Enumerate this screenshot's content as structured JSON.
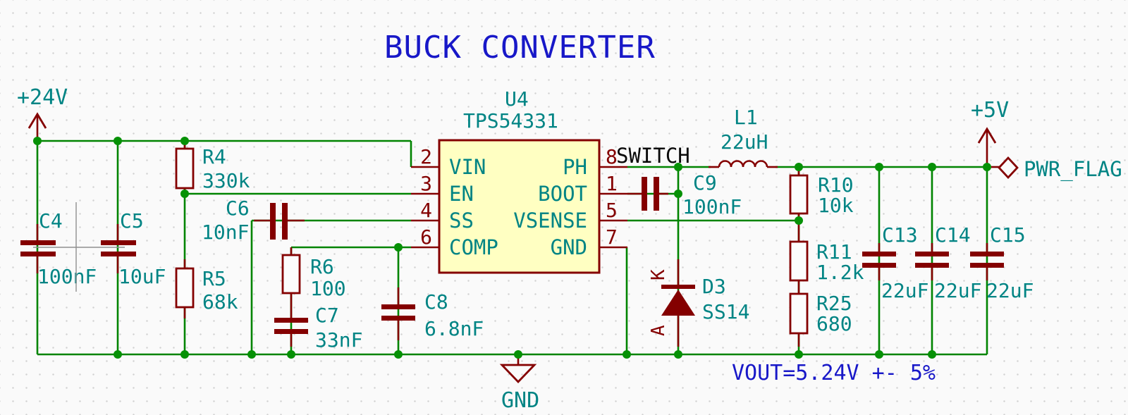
{
  "title": "BUCK CONVERTER",
  "colors": {
    "wire": "#008400",
    "component": "#840000",
    "label": "#008484",
    "note_text": "#1818c8",
    "net_label": "#0a0a0a",
    "ic_fill": "#ffffc2",
    "background": "#fafafa"
  },
  "power_flags": {
    "vin": "+24V",
    "vout": "+5V",
    "pwr_flag": "PWR_FLAG",
    "gnd": "GND"
  },
  "ic": {
    "ref": "U4",
    "value": "TPS54331",
    "left_pins": [
      {
        "num": "2",
        "name": "VIN"
      },
      {
        "num": "3",
        "name": "EN"
      },
      {
        "num": "4",
        "name": "SS"
      },
      {
        "num": "6",
        "name": "COMP"
      }
    ],
    "right_pins": [
      {
        "num": "8",
        "name": "PH"
      },
      {
        "num": "1",
        "name": "BOOT"
      },
      {
        "num": "5",
        "name": "VSENSE"
      },
      {
        "num": "7",
        "name": "GND"
      }
    ]
  },
  "components": {
    "c4": {
      "ref": "C4",
      "value": "100nF"
    },
    "c5": {
      "ref": "C5",
      "value": "10uF"
    },
    "r4": {
      "ref": "R4",
      "value": "330k"
    },
    "r5": {
      "ref": "R5",
      "value": "68k"
    },
    "c6": {
      "ref": "C6",
      "value": "10nF"
    },
    "r6": {
      "ref": "R6",
      "value": "100"
    },
    "c7": {
      "ref": "C7",
      "value": "33nF"
    },
    "c8": {
      "ref": "C8",
      "value": "6.8nF"
    },
    "c9": {
      "ref": "C9",
      "value": "100nF"
    },
    "l1": {
      "ref": "L1",
      "value": "22uH"
    },
    "d3": {
      "ref": "D3",
      "value": "SS14",
      "cathode": "K",
      "anode": "A"
    },
    "r10": {
      "ref": "R10",
      "value": "10k"
    },
    "r11": {
      "ref": "R11",
      "value": "1.2k"
    },
    "r25": {
      "ref": "R25",
      "value": "680"
    },
    "c13": {
      "ref": "C13",
      "value": "22uF"
    },
    "c14": {
      "ref": "C14",
      "value": "22uF"
    },
    "c15": {
      "ref": "C15",
      "value": "22uF"
    }
  },
  "net_labels": {
    "switch": "SWITCH"
  },
  "notes": {
    "vout": "VOUT=5.24V +- 5%"
  }
}
